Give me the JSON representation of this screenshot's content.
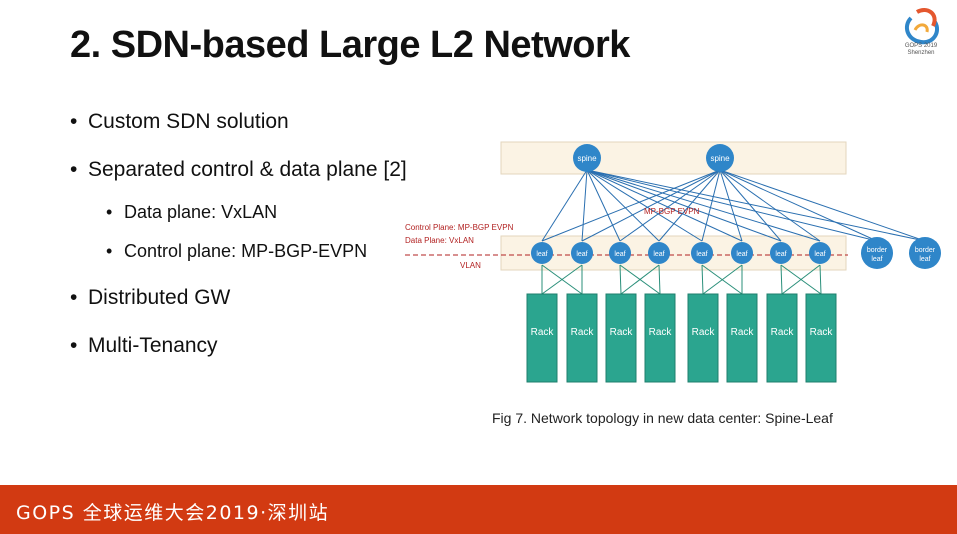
{
  "slide": {
    "title": "2. SDN-based Large L2 Network",
    "bullets": [
      "Custom SDN solution",
      "Separated control & data plane [2]",
      "Data plane: VxLAN",
      "Control plane: MP-BGP-EVPN",
      "Distributed GW",
      "Multi-Tenancy"
    ],
    "logo_text_1": "GOPS 2019",
    "logo_text_2": "Shenzhen"
  },
  "diagram": {
    "spine_label": "spine",
    "leaf_label": "leaf",
    "border_label_1": "border",
    "border_label_2": "leaf",
    "rack_label": "Rack",
    "mpbgp_label": "MP-BGP EVPN",
    "control_plane_label": "Control Plane: MP-BGP EVPN",
    "data_plane_label": "Data Plane: VxLAN",
    "vlan_label": "VLAN",
    "caption": "Fig 7. Network topology in new data center: Spine-Leaf",
    "colors": {
      "node": "#2f86c9",
      "rack": "#2ba58f",
      "band": "#fbf3e4",
      "red": "#b22222",
      "footer": "#d23a12"
    }
  },
  "footer": {
    "text": "GOPS 全球运维大会2019·深圳站"
  }
}
